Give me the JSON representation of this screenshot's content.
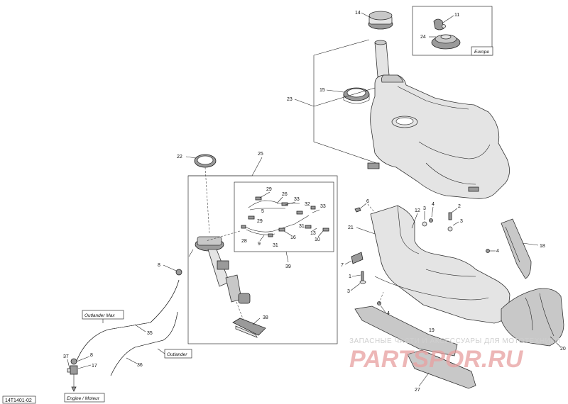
{
  "diagram_code": "14T1401-02",
  "box_labels": {
    "europe": "Europe",
    "outlander_max": "Outlander Max",
    "outlander": "Outlander",
    "engine": "Engine / Moteur"
  },
  "watermark": {
    "line1": "ЗАПАСНЫЕ ЧАСТИ И АКСЕССУАРЫ ДЛЯ МОТОТЕХНИКИ",
    "line2": "PARTSPOR.RU"
  },
  "callouts": [
    {
      "id": "c14",
      "text": "14"
    },
    {
      "id": "c11",
      "text": "11"
    },
    {
      "id": "c24",
      "text": "24"
    },
    {
      "id": "c15",
      "text": "15"
    },
    {
      "id": "c23",
      "text": "23"
    },
    {
      "id": "c22",
      "text": "22"
    },
    {
      "id": "c25",
      "text": "25"
    },
    {
      "id": "c29a",
      "text": "29"
    },
    {
      "id": "c26",
      "text": "26"
    },
    {
      "id": "c5a",
      "text": "5"
    },
    {
      "id": "c33a",
      "text": "33"
    },
    {
      "id": "c32",
      "text": "32"
    },
    {
      "id": "c33b",
      "text": "33"
    },
    {
      "id": "c29b",
      "text": "29"
    },
    {
      "id": "c28",
      "text": "28"
    },
    {
      "id": "c9",
      "text": "9"
    },
    {
      "id": "c16",
      "text": "16"
    },
    {
      "id": "c31a",
      "text": "31"
    },
    {
      "id": "c31b",
      "text": "31"
    },
    {
      "id": "c13",
      "text": "13"
    },
    {
      "id": "c10",
      "text": "10"
    },
    {
      "id": "c39",
      "text": "39"
    },
    {
      "id": "c8a",
      "text": "8"
    },
    {
      "id": "c38",
      "text": "38"
    },
    {
      "id": "c35",
      "text": "35"
    },
    {
      "id": "c36",
      "text": "36"
    },
    {
      "id": "c37",
      "text": "37"
    },
    {
      "id": "c8b",
      "text": "8"
    },
    {
      "id": "c17",
      "text": "17"
    },
    {
      "id": "c6",
      "text": "6"
    },
    {
      "id": "c12",
      "text": "12"
    },
    {
      "id": "c3a",
      "text": "3"
    },
    {
      "id": "c4a",
      "text": "4"
    },
    {
      "id": "c2",
      "text": "2"
    },
    {
      "id": "c3b",
      "text": "3"
    },
    {
      "id": "c21",
      "text": "21"
    },
    {
      "id": "c18",
      "text": "18"
    },
    {
      "id": "c4b",
      "text": "4"
    },
    {
      "id": "c7",
      "text": "7"
    },
    {
      "id": "c1",
      "text": "1"
    },
    {
      "id": "c3c",
      "text": "3"
    },
    {
      "id": "c4c",
      "text": "4"
    },
    {
      "id": "c19",
      "text": "19"
    },
    {
      "id": "c20",
      "text": "20"
    },
    {
      "id": "c27",
      "text": "27"
    }
  ]
}
